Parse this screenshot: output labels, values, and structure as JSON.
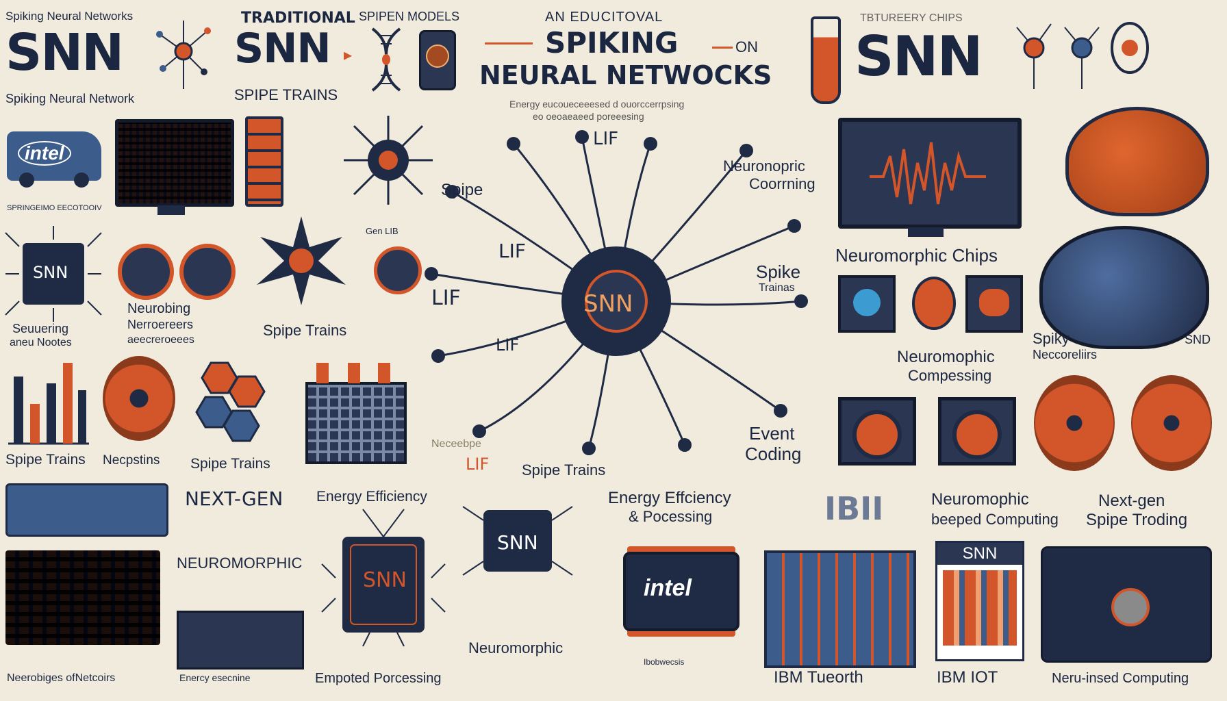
{
  "header": {
    "left_small": "Spiking Neural Networks",
    "left_big": "SNN",
    "left_sub": "Spiking Neural Network",
    "traditional": "TRADITIONAL",
    "trad_big": "SNN",
    "trad_sub": "SPIPE TRAINS",
    "spiken_models": "SPIPEN MODELS",
    "edu": "AN EDUCITOVAL",
    "spiking": "SPIKING",
    "on": "ON",
    "neural": "NEURAL NETWOCKS",
    "energy_line1": "Energy eucoueceeesed d ouorccerrpsing",
    "energy_line2": "eo oeoaeaeed poreeesing",
    "chips_label": "TBTUREERY CHIPS",
    "right_big": "SNN"
  },
  "left_column": {
    "intel_van": "intel",
    "tiny_line": "SPRINGEIMO EECOTOOIV",
    "chip_snn": "SNN",
    "sequencing": "Seuuering",
    "neurons": "aneu Nootes",
    "neurobing": "Neurobing",
    "networks": "Nerroereers",
    "recessors": "aeecreroeees",
    "spipe_trains_1": "Spipe Trains",
    "neurons_label": "Necpstins",
    "spipe_trains_2": "Spipe Trains",
    "spipe_trains_3": "Spipe Trains",
    "gen_lib": "Gen LIB"
  },
  "center": {
    "lif_top": "LIF",
    "spipe": "Spipe",
    "lif_left1": "LIF",
    "lif_left2": "LIF",
    "lif_mid": "LIF",
    "snn_core": "SNN",
    "neuromorphic": "Neuronopric",
    "coorning": "Coorrning",
    "spike": "Spike",
    "trains": "Trainas",
    "event": "Event",
    "coding": "Coding",
    "spipe_trains": "Spipe Trains",
    "lif_bottom": "LIF",
    "faded": "Neceebpe"
  },
  "right_column": {
    "neuromorphic_chips": "Neuromorphic Chips",
    "spiky": "Spiky",
    "receptors": "Neccoreliirs",
    "snd": "SND",
    "neuromophic": "Neuromophic",
    "compessing": "Compessing"
  },
  "bottom": {
    "nextgen": "NEXT-GEN",
    "neuromorphic_1": "NEUROMORPHIC",
    "energy_eff_1": "Energy Efficiency",
    "energy_eff_2": "Energy Effciency",
    "processing": "& Pocessing",
    "ibm": "IBII",
    "neuromophic": "Neuromophic",
    "based_computing": "beeped Computing",
    "next_gen_small": "Next-gen",
    "spipe_troding": "Spipe Troding",
    "snn_chip": "SNN",
    "snn_chip2": "SNN",
    "intel_chip": "intel",
    "snn_chart": "SNN",
    "neuromorphic_2": "Neuromorphic",
    "caption1": "Neerobiges ofNetcoirs",
    "caption2": "Enercy esecnine",
    "caption3": "Empoted Porcessing",
    "caption4": "Ibobwecsis",
    "ibm_tuedorth": "IBM Tueorth",
    "ibm_iot": "IBM IOT",
    "neuro_inspired": "Neru-insed Computing"
  },
  "colors": {
    "navy": "#1f2a44",
    "orange": "#d2562a",
    "cream": "#f1ebdd",
    "blue": "#3c5c8c"
  }
}
